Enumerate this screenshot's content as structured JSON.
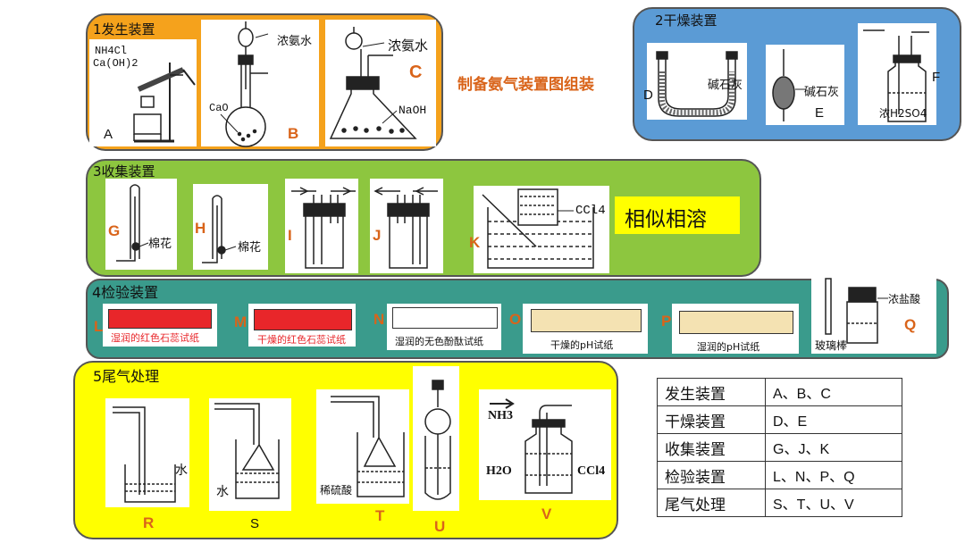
{
  "center_title": "制备氨气装置图组装",
  "panels": {
    "gen": {
      "title": "1发生装置"
    },
    "dry": {
      "title": "2干燥装置"
    },
    "col": {
      "title": "3收集装置"
    },
    "test": {
      "title": "4检验装置"
    },
    "tail": {
      "title": "5尾气处理"
    }
  },
  "colors": {
    "gen": "#f5a21c",
    "dry": "#5b9bd5",
    "col": "#8dc63f",
    "test": "#3a9b8c",
    "tail": "#ffff00",
    "letter": "#d9641a",
    "red_strip": "#e8262a",
    "ph_strip": "#f4e2b2"
  },
  "gen": {
    "a_labels": {
      "nh4cl": "NH4Cl",
      "caoh2": "Ca(OH)2",
      "letter": "A"
    },
    "b_labels": {
      "reagent": "浓氨水",
      "cao": "CaO",
      "letter": "B"
    },
    "c_labels": {
      "reagent": "浓氨水",
      "naoh": "NaOH",
      "letter": "C"
    }
  },
  "dry": {
    "d_labels": {
      "reagent": "碱石灰",
      "letter": "D"
    },
    "e_labels": {
      "reagent": "碱石灰",
      "letter": "E"
    },
    "f_labels": {
      "reagent": "浓H2SO4",
      "letter": "F"
    }
  },
  "col": {
    "g_labels": {
      "cotton": "棉花",
      "letter": "G"
    },
    "h_labels": {
      "cotton": "棉花",
      "letter": "H"
    },
    "i_letter": "I",
    "j_letter": "J",
    "k_labels": {
      "ccl4": "CCl4",
      "letter": "K"
    },
    "similar": "相似相溶"
  },
  "test": {
    "items": [
      {
        "letter": "L",
        "label": "湿润的红色石蕊试纸"
      },
      {
        "letter": "M",
        "label": "干燥的红色石蕊试纸"
      },
      {
        "letter": "N",
        "label": "湿润的无色酚酞试纸"
      },
      {
        "letter": "O",
        "label": "干燥的pH试纸"
      },
      {
        "letter": "P",
        "label": "湿润的pH试纸"
      }
    ],
    "q_labels": {
      "acid": "浓盐酸",
      "rod": "玻璃棒",
      "letter": "Q"
    }
  },
  "tail": {
    "r_labels": {
      "water": "水",
      "letter": "R"
    },
    "s_labels": {
      "water": "水",
      "letter": "S"
    },
    "t_labels": {
      "acid": "稀硫酸",
      "letter": "T"
    },
    "u_letter": "U",
    "v_labels": {
      "nh3": "NH3",
      "h2o": "H2O",
      "ccl4": "CCl4",
      "letter": "V"
    }
  },
  "summary": {
    "rows": [
      {
        "name": "发生装置",
        "value": "A、B、C"
      },
      {
        "name": "干燥装置",
        "value": "D、E"
      },
      {
        "name": "收集装置",
        "value": "G、J、K"
      },
      {
        "name": "检验装置",
        "value": "L、N、P、Q"
      },
      {
        "name": "尾气处理",
        "value": "S、T、U、V"
      }
    ]
  }
}
